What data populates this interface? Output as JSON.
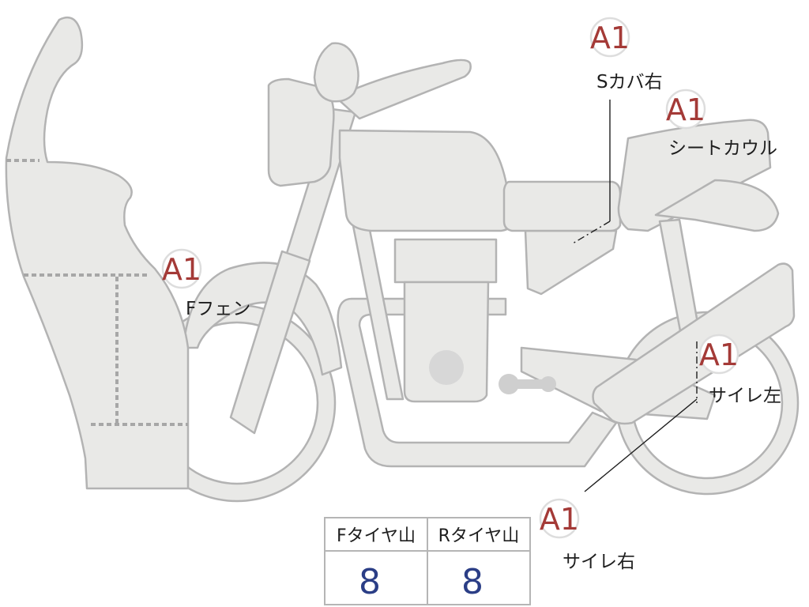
{
  "parts": [
    {
      "id": "s-cover-right",
      "grade": "A1",
      "label": "Sカバ右"
    },
    {
      "id": "seat-cowl",
      "grade": "A1",
      "label": "シートカウル"
    },
    {
      "id": "front-fender",
      "grade": "A1",
      "label": "Fフェン"
    },
    {
      "id": "side-cover-left",
      "grade": "A1",
      "label": "サイレ左"
    },
    {
      "id": "side-cover-right",
      "grade": "A1",
      "label": "サイレ右"
    }
  ],
  "tire_tread": {
    "front": {
      "header": "Fタイヤ山",
      "value": "8"
    },
    "rear": {
      "header": "Rタイヤ山",
      "value": "8"
    }
  },
  "colors": {
    "body_fill": "#e9e9e7",
    "outline": "#b3b3b3",
    "grade_text": "#a43a37",
    "tread_value": "#2b3e86"
  }
}
